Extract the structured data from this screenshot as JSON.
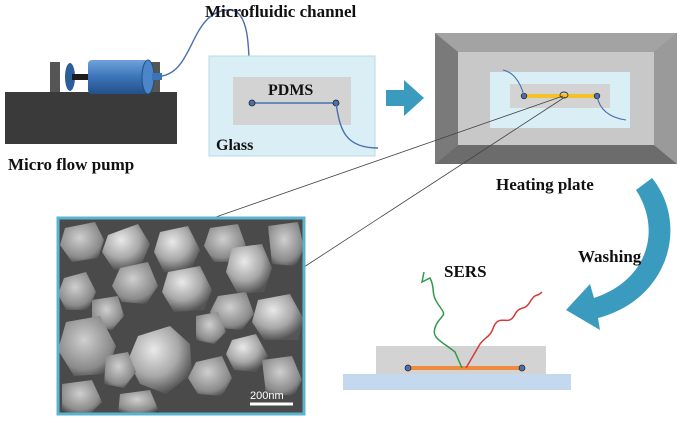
{
  "labels": {
    "channel": "Microfluidic channel",
    "pdms": "PDMS",
    "glass": "Glass",
    "pump": "Micro flow pump",
    "heating_plate": "Heating plate",
    "washing": "Washing",
    "sers": "SERS",
    "scale_bar": "200nm"
  },
  "colors": {
    "pump_base": "#3a3a3a",
    "syringe_blue": "#3b74b8",
    "glass_fill": "#daeef6",
    "pdms_fill": "#d3d3d3",
    "channel_line": "#4a6fae",
    "heating_frame": "#8a8a8a",
    "heating_inner": "#c8c8c8",
    "arrow_teal": "#3a9bbf",
    "deposit_yellow": "#f5c12a",
    "deposit_orange": "#f08a3c",
    "laser_green": "#2f9a4a",
    "scatter_red": "#d43a3a",
    "sem_border": "#5ab4cf",
    "substrate_blue": "#c5d9ee"
  },
  "icons": [
    "syringe-pump-icon",
    "flow-arrow-icon",
    "curved-arrow-icon"
  ]
}
